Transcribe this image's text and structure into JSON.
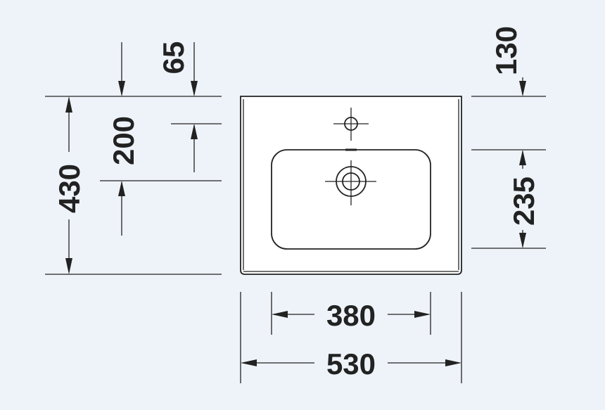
{
  "dimensions": {
    "top_offset_left": "65",
    "top_offset_right": "130",
    "depth_total": "430",
    "depth_to_hole": "200",
    "basin_depth": "235",
    "basin_width": "380",
    "width_total": "530"
  },
  "colors": {
    "background": "#eef3f9",
    "line": "#222222",
    "basin_fill": "#ffffff"
  }
}
